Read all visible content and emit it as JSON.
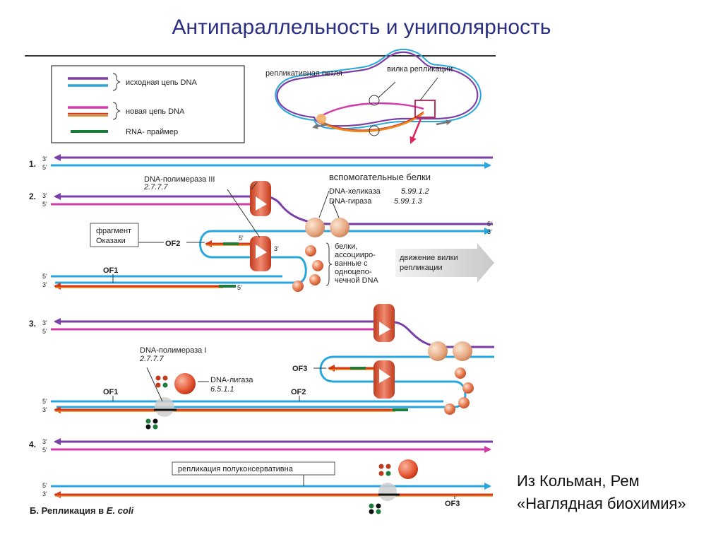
{
  "title": "Антипараллельность и униполярность",
  "source": {
    "line1": "Из Кольман, Рем",
    "line2": "«Наглядная биохимия»"
  },
  "colors": {
    "parent_purple": "#7a3ea8",
    "parent_blue": "#2aa6de",
    "new_magenta": "#d23ca8",
    "new_red": "#d43a1a",
    "new_orange": "#ee8a1c",
    "primer_green": "#1b7d3a",
    "protein": "#e87a4e",
    "title": "#2b2f82"
  },
  "legend": {
    "parent": "исходная цепь DNA",
    "new": "новая цепь DNA",
    "primer": "RNA- праймер"
  },
  "overview": {
    "loop": "репликативная петля",
    "fork": "вилка репликации"
  },
  "ends": {
    "three": "3'",
    "five": "5'"
  },
  "steps": {
    "s1": "1.",
    "s2": "2.",
    "s3": "3.",
    "s4": "4.",
    "b_label": "Б. Репликация в ",
    "b_species": "E. coli"
  },
  "step2": {
    "pol3": "DNA-полимераза III",
    "pol3_ec": "2.7.7.7",
    "helper": "вспомогательные белки",
    "helicase": "DNA-хеликаза",
    "helicase_ec": "5.99.1.2",
    "gyrase": "DNA-гираза",
    "gyrase_ec": "5.99.1.3",
    "okazaki_1": "фрагмент",
    "okazaki_2": "Оказаки",
    "of2": "OF2",
    "of1": "OF1",
    "ssb_1": "белки,",
    "ssb_2": "ассоцииро-",
    "ssb_3": "ванные с",
    "ssb_4": "одноцепо-",
    "ssb_5": "чечной DNA",
    "move_1": "движение вилки",
    "move_2": "репликации"
  },
  "step3": {
    "pol1": "DNA-полимераза I",
    "pol1_ec": "2.7.7.7",
    "ligase": "DNA-лигаза",
    "ligase_ec": "6.5.1.1",
    "of1": "OF1",
    "of2": "OF2",
    "of3": "OF3"
  },
  "step4": {
    "semi": "репликация полуконсервативна",
    "of3": "OF3"
  }
}
